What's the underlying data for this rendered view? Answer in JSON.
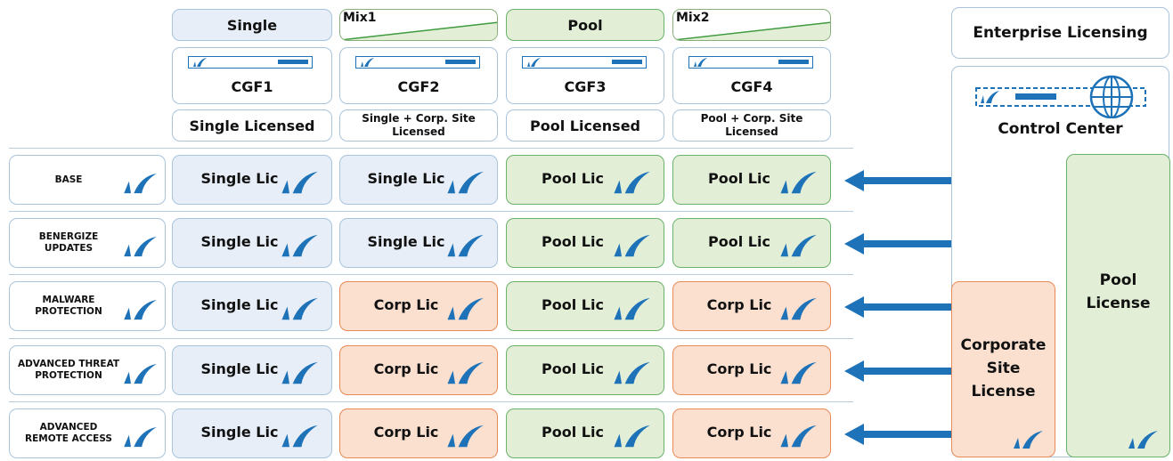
{
  "columns": [
    {
      "header": "Single",
      "device": "CGF1",
      "licensing": "Single Licensed"
    },
    {
      "header": "Mix1",
      "device": "CGF2",
      "licensing": "Single + Corp. Site Licensed"
    },
    {
      "header": "Pool",
      "device": "CGF3",
      "licensing": "Pool Licensed"
    },
    {
      "header": "Mix2",
      "device": "CGF4",
      "licensing": "Pool + Corp. Site Licensed"
    }
  ],
  "licensing_lines": [
    [
      "Single + Corp. Site",
      "Licensed"
    ],
    [
      "Pool + Corp. Site",
      "Licensed"
    ]
  ],
  "features": [
    {
      "lines": [
        "BASE"
      ],
      "cells": [
        "Single Lic",
        "Single Lic",
        "Pool Lic",
        "Pool Lic"
      ]
    },
    {
      "lines": [
        "BENERGIZE",
        "UPDATES"
      ],
      "cells": [
        "Single Lic",
        "Single Lic",
        "Pool Lic",
        "Pool Lic"
      ]
    },
    {
      "lines": [
        "MALWARE",
        "PROTECTION"
      ],
      "cells": [
        "Single Lic",
        "Corp Lic",
        "Pool Lic",
        "Corp Lic"
      ]
    },
    {
      "lines": [
        "ADVANCED THREAT",
        "PROTECTION"
      ],
      "cells": [
        "Single Lic",
        "Corp Lic",
        "Pool Lic",
        "Corp Lic"
      ]
    },
    {
      "lines": [
        "ADVANCED",
        "REMOTE ACCESS"
      ],
      "cells": [
        "Single Lic",
        "Corp Lic",
        "Pool Lic",
        "Corp Lic"
      ]
    }
  ],
  "enterprise": {
    "title": "Enterprise Licensing",
    "control_center": "Control Center",
    "pool_license": [
      "Pool",
      "License"
    ],
    "corporate_license": [
      "Corporate",
      "Site",
      "License"
    ]
  },
  "colors": {
    "single": "#e7eef8",
    "pool": "#e2efd6",
    "corp": "#fbe0d0",
    "brand_blue": "#1d72b8"
  },
  "icons": [
    "barracuda-fin-icon",
    "globe-icon",
    "arrow-left-icon",
    "appliance-icon"
  ]
}
